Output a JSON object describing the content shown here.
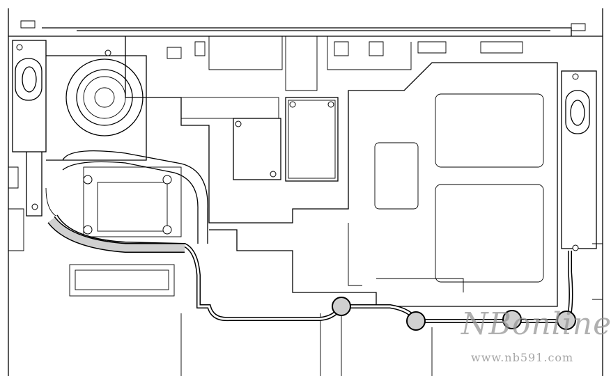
{
  "watermark": {
    "logo": "NBonline",
    "url": "www.nb591.com"
  },
  "colors": {
    "line": "#000000",
    "ferrite": "#d0d0d0",
    "watermark": "#969696"
  },
  "components": [
    "left-speaker",
    "right-speaker",
    "cooling-fan",
    "heat-pipe",
    "wlan-card",
    "antenna-cable",
    "ferrite-cores"
  ]
}
